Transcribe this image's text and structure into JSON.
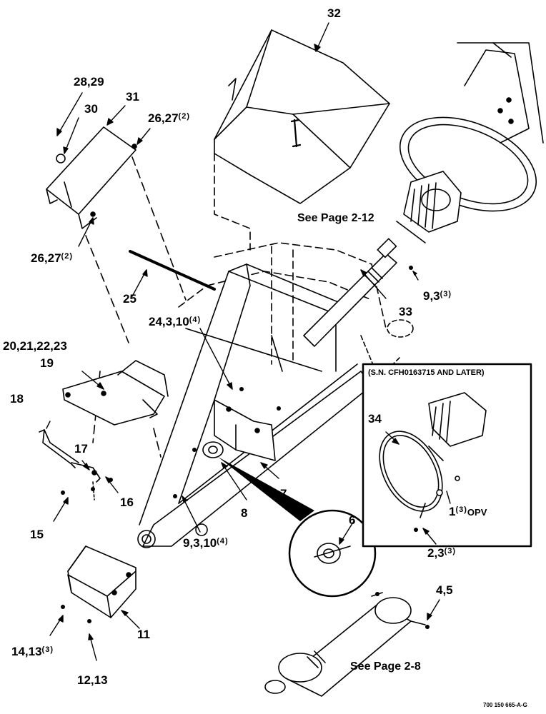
{
  "callouts": {
    "c32": "32",
    "c28_29": "28,29",
    "c31": "31",
    "c30": "30",
    "c26_27_top": "26,27",
    "c26_27_top_qty": "(2)",
    "c26_27_bot": "26,27",
    "c26_27_bot_qty": "(2)",
    "c25": "25",
    "c24_3_10": "24,3,10",
    "c24_3_10_qty": "(4)",
    "c33": "33",
    "c9_3": "9,3",
    "c9_3_qty": "(3)",
    "c20_23": "20,21,22,23",
    "c19": "19",
    "c18": "18",
    "c17": "17",
    "c16": "16",
    "c15": "15",
    "c34": "34",
    "c7": "7",
    "c8": "8",
    "c6": "6",
    "c9_3_10": "9,3,10",
    "c9_3_10_qty": "(4)",
    "c1": "1",
    "c1_qty": "(3)",
    "c1_suffix": "OPV",
    "c2_3": "2,3",
    "c2_3_qty": "(3)",
    "c4_5": "4,5",
    "c11": "11",
    "c14_13": "14,13",
    "c14_13_qty": "(3)",
    "c12_13": "12,13"
  },
  "notes": {
    "see_page_212": "See Page 2-12",
    "see_page_28": "See Page 2-8",
    "inset_title": "(S.N. CFH0163715 AND LATER)",
    "drawing_code": "700 150 665-A-G"
  }
}
